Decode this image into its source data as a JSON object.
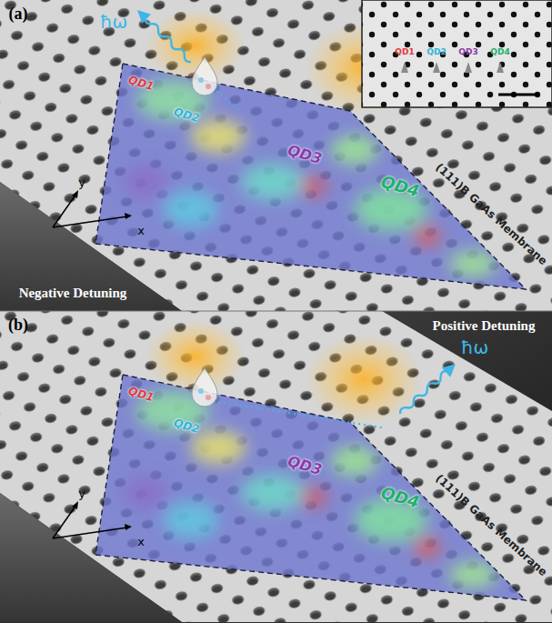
{
  "diagram": {
    "labels": [
      "(a)",
      "ħω",
      "QD1",
      "QD2",
      "QD3",
      "QD4",
      "y",
      "x",
      "(111)B GaAs Membrane",
      "Negative Detuning",
      "QD1",
      "QD2",
      "QD3",
      "QD4",
      "(b)",
      "Positive Detuning",
      "ħω",
      "QD1",
      "QD2",
      "QD3",
      "QD4",
      "y",
      "x",
      "(111)B GaAs Membrane"
    ]
  }
}
